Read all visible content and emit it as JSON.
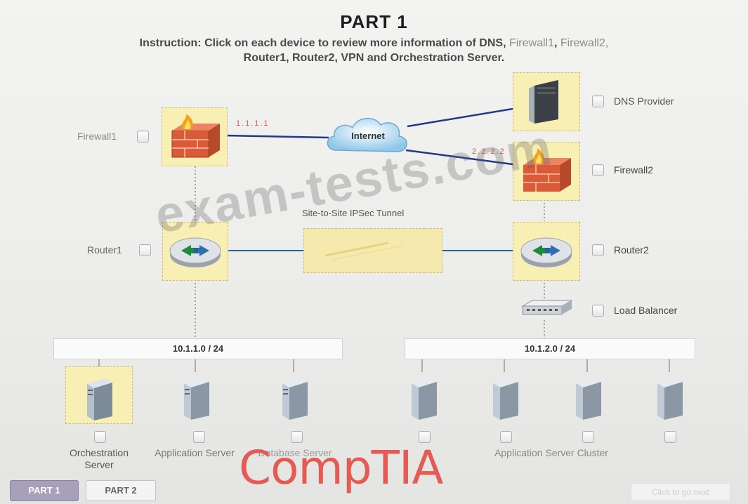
{
  "header": {
    "title": "PART 1",
    "instruction_1": "Instruction: Click on each device to review more information of DNS,",
    "instruction_fw1": "Firewall1",
    "instruction_fw2": "Firewall2,",
    "instruction_2": "Router1, Router2, VPN and Orchestration Server."
  },
  "devices": {
    "firewall1": "Firewall1",
    "firewall1_ip": "1.1.1.1",
    "internet": "Internet",
    "dns": "DNS Provider",
    "firewall2": "Firewall2",
    "firewall2_ip": "2.2.2.2",
    "tunnel": "Site-to-Site IPSec Tunnel",
    "router1": "Router1",
    "router2": "Router2",
    "load_balancer": "Load Balancer"
  },
  "subnets": {
    "left": "10.1.1.0 / 24",
    "right": "10.1.2.0 / 24"
  },
  "servers": {
    "orchestration": "Orchestration Server",
    "application": "Application Server",
    "database": "Database Server",
    "cluster": "Application Server Cluster"
  },
  "tabs": [
    "PART 1",
    "PART 2"
  ],
  "next_button": "Click to go next",
  "watermark": "exam-tests.com",
  "logo": "CompTIA",
  "colors": {
    "link_blue": "#1f3a8a",
    "highlight": "#f8efb4",
    "ip_red": "#d9534f",
    "logo_red": "#e55a55"
  }
}
